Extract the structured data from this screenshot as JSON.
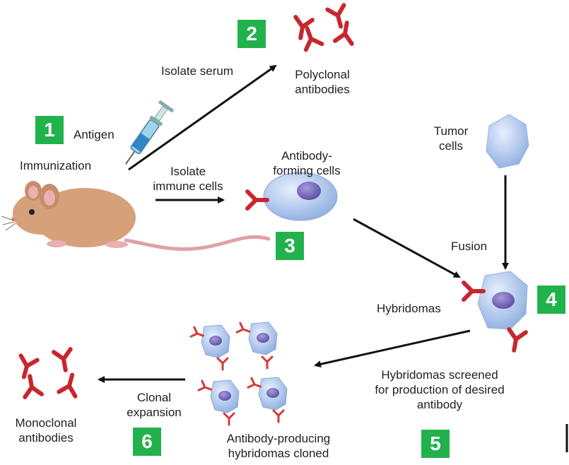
{
  "labels": {
    "antigen": "Antigen",
    "immunization": "Immunization",
    "isolate_serum": "Isolate serum",
    "polyclonal": [
      "Polyclonal",
      "antibodies"
    ],
    "isolate_immune": [
      "Isolate",
      "immune cells"
    ],
    "antibody_forming": [
      "Antibody-",
      "forming cells"
    ],
    "tumor": [
      "Tumor",
      "cells"
    ],
    "fusion": "Fusion",
    "hybridomas": "Hybridomas",
    "screened": [
      "Hybridomas screened",
      "for production of desired",
      "antibody"
    ],
    "clonal": [
      "Clonal",
      "expansion"
    ],
    "monoclonal": [
      "Monoclonal",
      "antibodies"
    ],
    "cloned": [
      "Antibody-producing",
      "hybridomas cloned"
    ]
  },
  "steps": [
    "1",
    "2",
    "3",
    "4",
    "5",
    "6"
  ],
  "colors": {
    "step_badge": "#22b24c",
    "antibody": "#c8262e",
    "cell": "#a9c3ea",
    "nucleus": "#6e5fb0",
    "mouse": "#d6a07a"
  }
}
